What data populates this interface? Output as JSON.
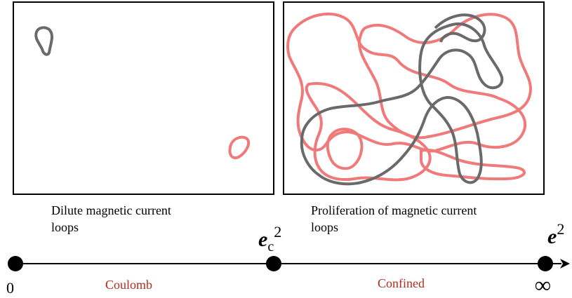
{
  "panels": {
    "left": {
      "caption": "Dilute magnetic current loops"
    },
    "right": {
      "caption": "Proliferation of magnetic current loops"
    }
  },
  "axis": {
    "origin_label": "0",
    "critical_label": {
      "base": "e",
      "sub": "c",
      "sup": "2"
    },
    "infinity_label": "∞",
    "end_label": {
      "base": "e",
      "sup": "2"
    },
    "phase_left": "Coulomb",
    "phase_right": "Confined"
  },
  "colors": {
    "loop_gray": "#6a6a6a",
    "loop_red": "#f07a7a",
    "phase_text": "#b02a1e"
  }
}
